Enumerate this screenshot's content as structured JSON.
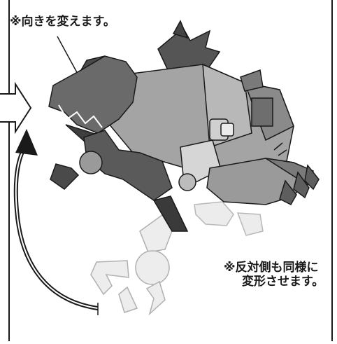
{
  "notes": {
    "top": "※向きを変えます。",
    "bottom_line1": "※反対側も同様に",
    "bottom_line2": "変形させます。"
  },
  "colors": {
    "ink": "#1a1a1a",
    "metal_dark": "#4a4a4a",
    "metal_mid": "#8a8a8a",
    "metal_light": "#c8c8c8",
    "ghost": "#e2e2e2"
  },
  "icons": [
    "step-arrow-icon",
    "rotate-arrow-icon",
    "leader-line"
  ]
}
